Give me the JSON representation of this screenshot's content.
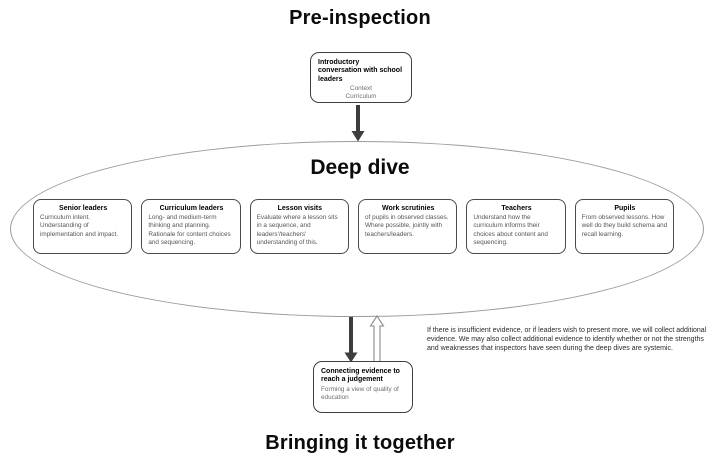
{
  "titles": {
    "pre_inspection": "Pre-inspection",
    "deep_dive": "Deep dive",
    "bringing_it_together": "Bringing it together"
  },
  "intro_box": {
    "title": "Introductory conversation with school leaders",
    "lines": [
      "Context",
      "Curriculum"
    ]
  },
  "deep_dive": {
    "boxes": [
      {
        "title": "Senior leaders",
        "body": "Curriculum intent. Understanding of implementation and impact."
      },
      {
        "title": "Curriculum leaders",
        "body": "Long- and medium-term thinking and planning. Rationale for content choices and sequencing."
      },
      {
        "title": "Lesson visits",
        "body": "Evaluate where a lesson sits in a sequence, and leaders'/teachers' understanding of this."
      },
      {
        "title": "Work scrutinies",
        "body": "of pupils in observed classes. Where possible, jointly with teachers/leaders."
      },
      {
        "title": "Teachers",
        "body": "Understand how the curriculum informs their choices about content and sequencing."
      },
      {
        "title": "Pupils",
        "body": "From observed lessons. How well do they build schema and recall learning."
      }
    ]
  },
  "judgement_box": {
    "title": "Connecting evidence to reach a judgement",
    "body": "Forming a view of quality of education"
  },
  "side_note": "If there is insufficient evidence, or if leaders wish to present more, we will collect additional evidence. We may also collect additional evidence to identify whether or not the strengths and weaknesses that inspectors have seen during the deep dives are systemic.",
  "colors": {
    "box_border": "#3f3f3f",
    "ellipse_border": "#9a9a9a",
    "body_text": "#555555",
    "muted_text": "#6e6e6e",
    "arrow_dark": "#3d3d3d",
    "arrow_outline": "#8a8a8a"
  }
}
